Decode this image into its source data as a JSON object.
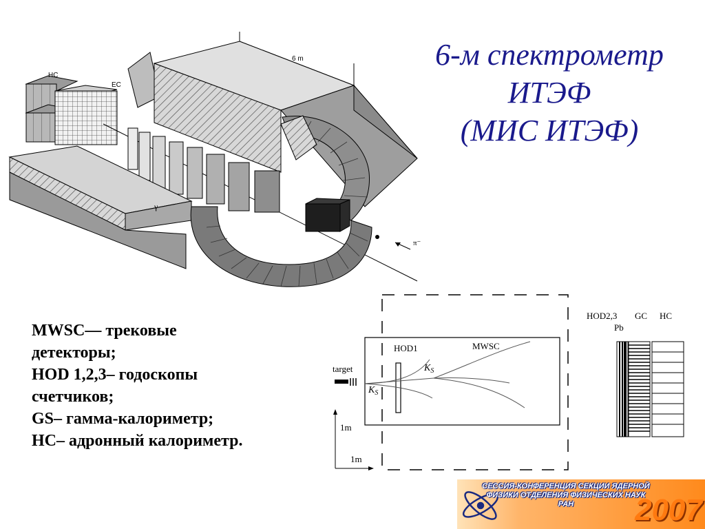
{
  "title": {
    "line1": "6-м спектрометр",
    "line2": "ИТЭФ",
    "line3": "(МИС ИТЭФ)"
  },
  "legend": {
    "line1": "MWSC— трековые",
    "line2": "детекторы;",
    "line3": "HOD 1,2,3– годоскопы",
    "line4": "счетчиков;",
    "line5": "GS–  гамма-калориметр;",
    "line6": "HC– адронный калориметр."
  },
  "detector_3d": {
    "dimension_label": "6 m",
    "label_hc": "HC",
    "label_ec": "EC",
    "label_gamma": "γ",
    "label_beam": "π⁻"
  },
  "schematic": {
    "target_label": "target",
    "hod1_label": "HOD1",
    "mwsc_label": "MWSC",
    "ks_label_upper": "K",
    "ks_label_lower": "K",
    "ks_subscript": "S",
    "hod23_label": "HOD2,3",
    "pb_label": "Pb",
    "gc_label": "GC",
    "hc_label": "HC",
    "scale_vertical": "1m",
    "scale_horizontal": "1m"
  },
  "banner": {
    "line1": "СЕССИЯ-КОНФЕРЕНЦИЯ СЕКЦИИ ЯДЕРНОЙ",
    "line2": "ФИЗИКИ ОТДЕЛЕНИЯ ФИЗИЧЕСКИХ НАУК",
    "line3": "РАН",
    "year": "2007"
  },
  "colors": {
    "title": "#1a1a8c",
    "banner_orange": "#ff7a10",
    "banner_dark": "#1a2a80"
  }
}
